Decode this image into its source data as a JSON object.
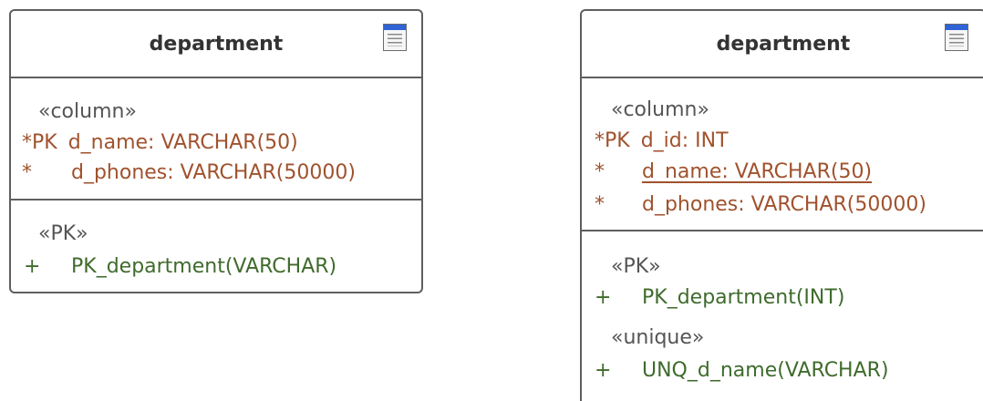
{
  "left": {
    "title": "department",
    "icon": "table-icon",
    "columns_stereo": "«column»",
    "columns": [
      {
        "marker": "*PK",
        "text": "d_name: VARCHAR(50)"
      },
      {
        "marker": "*",
        "text": "d_phones: VARCHAR(50000)"
      }
    ],
    "pk_stereo": "«PK»",
    "pk_ops": [
      {
        "marker": "+",
        "text": "PK_department(VARCHAR)"
      }
    ]
  },
  "right": {
    "title": "department",
    "icon": "table-icon",
    "columns_stereo": "«column»",
    "columns": [
      {
        "marker": "*PK",
        "text": "d_id: INT"
      },
      {
        "marker": "*",
        "text": "d_name: VARCHAR(50)",
        "underlined": true
      },
      {
        "marker": "*",
        "text": "d_phones: VARCHAR(50000)"
      }
    ],
    "pk_stereo": "«PK»",
    "pk_ops": [
      {
        "marker": "+",
        "text": "PK_department(INT)"
      }
    ],
    "unique_stereo": "«unique»",
    "unique_ops": [
      {
        "marker": "+",
        "text": "UNQ_d_name(VARCHAR)"
      }
    ]
  },
  "colors": {
    "column_text": "#a0522d",
    "operation_text": "#3f6b2c",
    "stereotype_text": "#555555",
    "icon_accent": "#2f63d6"
  }
}
